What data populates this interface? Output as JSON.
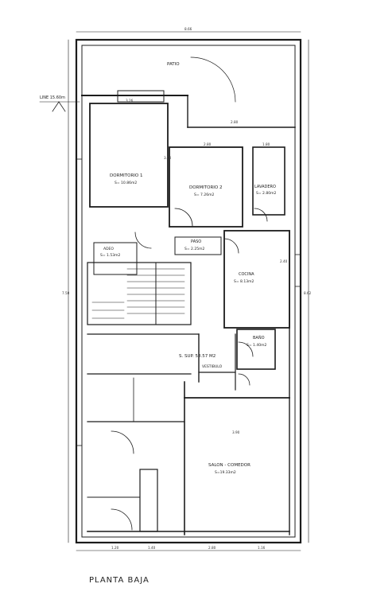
{
  "caption": "PLANTA BAJA",
  "level": "LINE 15.60m",
  "rooms": {
    "patio": "PATIO",
    "dormitorio1": "DORMITORIO 1",
    "dormitorio1_area": "S= 10.86m2",
    "dormitorio2": "DORMITORIO 2",
    "dormitorio2_area": "S= 7.26m2",
    "lavadero": "LAVADERO",
    "lavadero_area": "S= 2.80m2",
    "paso": "PASO",
    "paso_area": "S= 2.25m2",
    "adeo": "ADEO",
    "adeo_area": "S= 1.53m2",
    "cocina": "COCINA",
    "cocina_area": "S= 8.13m2",
    "bano": "BAÑO",
    "bano_area": "S= 1.40m2",
    "vestibulo": "VESTIBULO",
    "sup_cubierta": "S. SUP. 58.57 M2",
    "comedor": "SALON - COMEDOR",
    "comedor_area": "S=19.33m2"
  },
  "dims": {
    "top": "8.66",
    "patio_w": "2.80",
    "d1_w": "3.26",
    "d2_w": "2.80",
    "lav_w": "1.80",
    "comedor_w": "3.90",
    "bottom_a": "1.20",
    "bottom_b": "1.40",
    "bottom_c": "2.80",
    "bottom_d": "1.16",
    "left_a": "7.50",
    "right_a": "8.62",
    "v1": "3.00",
    "v2": "2.40"
  }
}
